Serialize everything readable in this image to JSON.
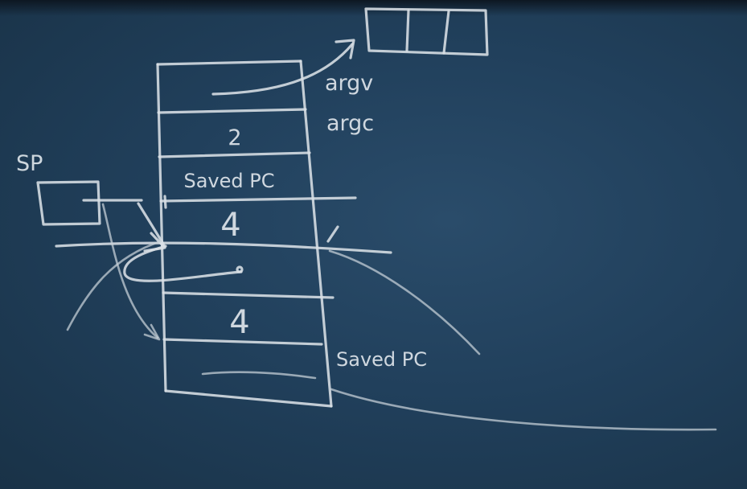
{
  "stack_cells": [
    {
      "id": "argv-slot",
      "text": ""
    },
    {
      "id": "argc-slot",
      "text": "2"
    },
    {
      "id": "saved-pc-slot-1",
      "text": "Saved PC"
    },
    {
      "id": "frame-size-slot-1",
      "text": "4"
    },
    {
      "id": "saved-sp-slot",
      "text": ""
    },
    {
      "id": "frame-size-slot-2",
      "text": "4"
    },
    {
      "id": "bottom-slot",
      "text": ""
    }
  ],
  "side_labels": {
    "argv": "argv",
    "argc": "argc",
    "saved_pc": "Saved PC",
    "stack_pointer": "SP"
  }
}
